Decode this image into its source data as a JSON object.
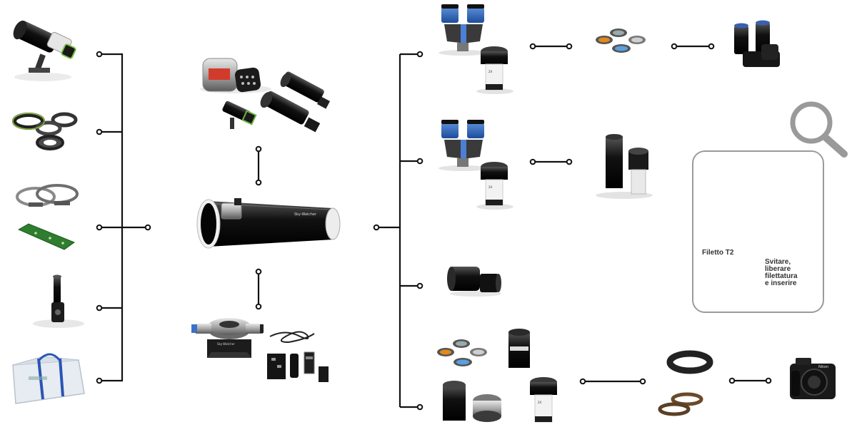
{
  "diagram": {
    "zoom_box": {
      "note_t2": "Filetto T2",
      "note_unscrew_lines": [
        "Svitare,",
        "liberare",
        "filettatura",
        "e inserire"
      ]
    },
    "icons": [
      "finder-scope-icon",
      "extension-rings-icon",
      "tube-rings-icon",
      "dovetail-plate-icon",
      "eyepiece-adapter-icon",
      "carry-bag-icon",
      "goto-handset-icon",
      "guide-scopes-icon",
      "telescope-tube-icon",
      "focuser-icon",
      "camera-adapters-icon",
      "binoviewer-icon",
      "barlow-lens-icon",
      "color-filters-icon",
      "eyepiece-pair-icon",
      "extension-tubes-icon",
      "ccd-camera-icon",
      "t-ring-icon",
      "dslr-camera-icon",
      "magnifier-icon"
    ]
  }
}
